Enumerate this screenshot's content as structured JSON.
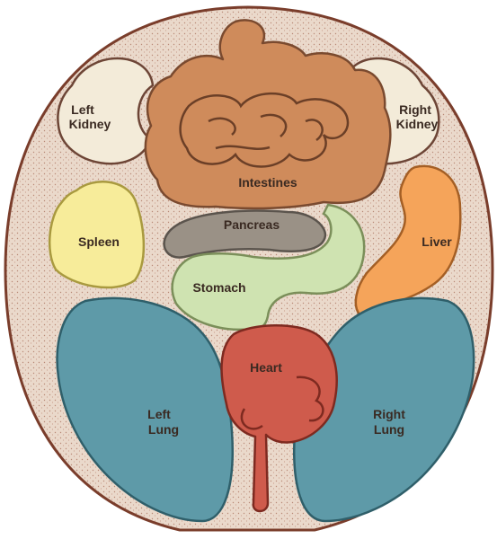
{
  "organs": {
    "left_kidney": {
      "line1": "Left",
      "line2": "Kidney",
      "color": "#f3ebd9"
    },
    "right_kidney": {
      "line1": "Right",
      "line2": "Kidney",
      "color": "#f3ebd9"
    },
    "intestines": {
      "label": "Intestines",
      "color": "#cf8b5b"
    },
    "pancreas": {
      "label": "Pancreas",
      "color": "#9a9186"
    },
    "spleen": {
      "label": "Spleen",
      "color": "#f7ec9a"
    },
    "liver": {
      "label": "Liver",
      "color": "#f5a45a"
    },
    "stomach": {
      "label": "Stomach",
      "color": "#cfe3b1"
    },
    "heart": {
      "label": "Heart",
      "color": "#cf5b4c"
    },
    "left_lung": {
      "line1": "Left",
      "line2": "Lung",
      "color": "#5e9aa8"
    },
    "right_lung": {
      "line1": "Right",
      "line2": "Lung",
      "color": "#5e9aa8"
    }
  },
  "body_color": "#e8d7c8",
  "outline_color": "#8a4b36"
}
